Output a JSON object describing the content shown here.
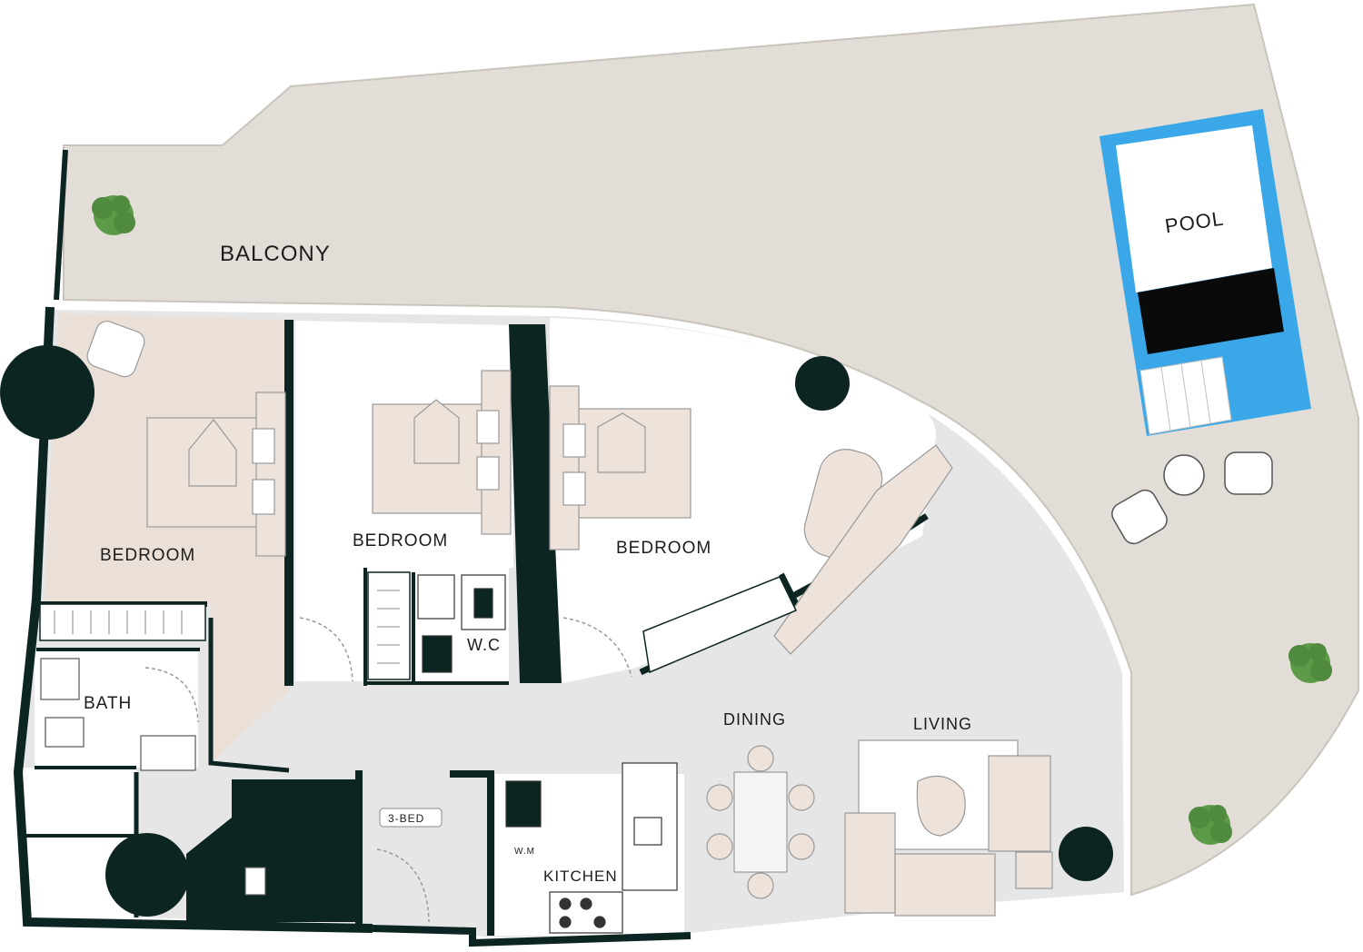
{
  "labels": {
    "balcony": "BALCONY",
    "pool": "POOL",
    "bedroom_1": "BEDROOM",
    "bedroom_2": "BEDROOM",
    "bedroom_3": "BEDROOM",
    "wc": "W.C",
    "bath": "BATH",
    "dining": "DINING",
    "living": "LIVING",
    "kitchen": "KITCHEN",
    "wm": "W.M",
    "unit_tag": "3-BED"
  },
  "colors": {
    "terrace": "#e2ddd6",
    "interior": "#e6e6e6",
    "bedroom_floor": "#ebe0d8",
    "wall": "#0d2522",
    "pool_water": "#3aa8e8",
    "furniture": "#ede3da",
    "plant": "#4f8a3e"
  },
  "icons": {
    "plant": "plant-icon",
    "column": "column-icon"
  }
}
